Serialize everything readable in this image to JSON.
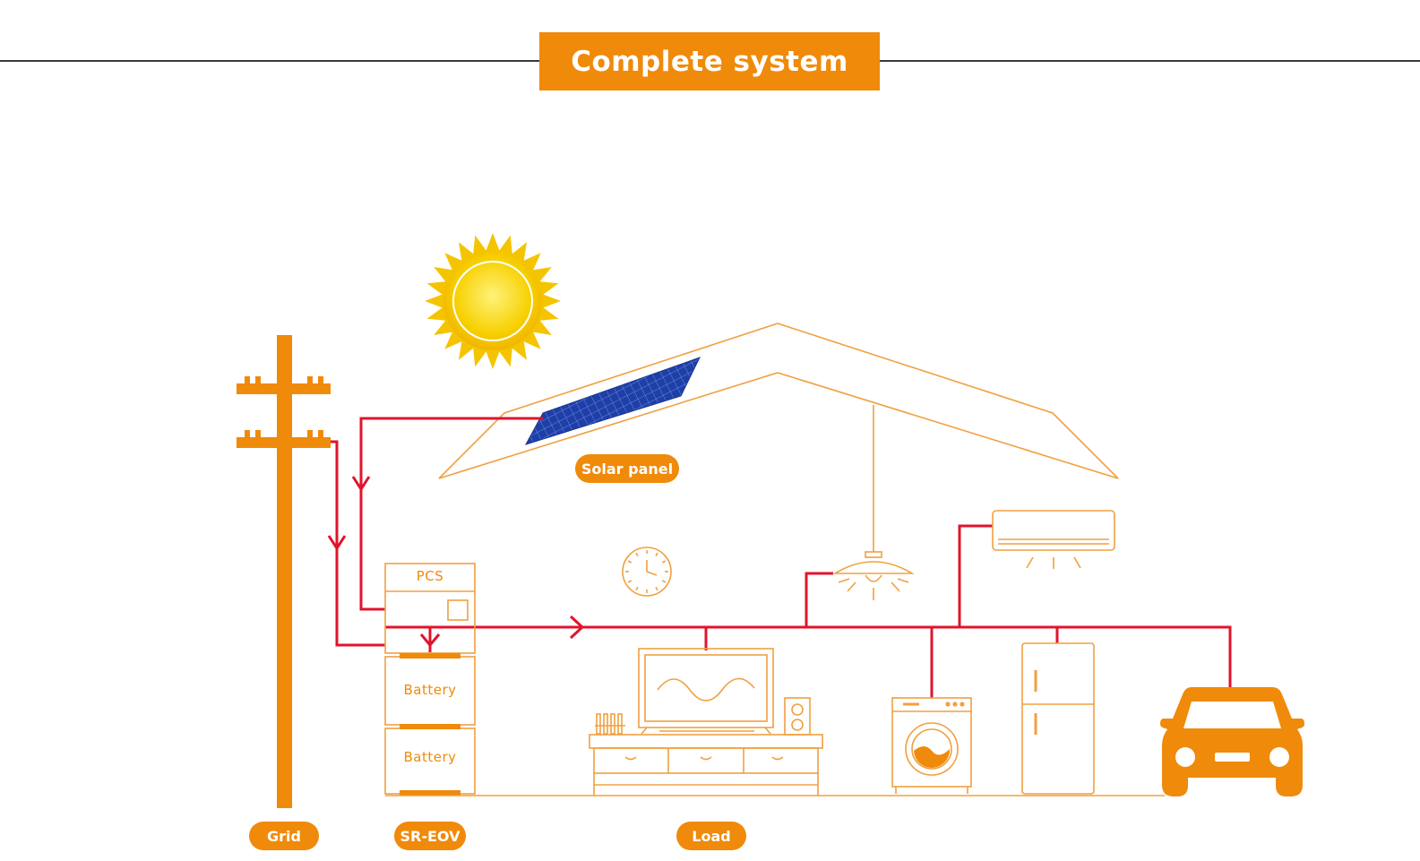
{
  "header": {
    "title": "Complete system"
  },
  "labels": {
    "solar_panel": "Solar panel",
    "grid": "Grid",
    "sr_eov": "SR-EOV",
    "load": "Load",
    "pcs": "PCS",
    "battery_1": "Battery",
    "battery_2": "Battery"
  },
  "colors": {
    "accent": "#f08a0a",
    "power_line": "#e0142c",
    "solar_panel": "#1f3fa8",
    "sun": "#f6c800"
  },
  "icons": [
    "sun-icon",
    "solar-panel-icon",
    "utility-pole-icon",
    "clock-icon",
    "ceiling-lamp-icon",
    "air-conditioner-icon",
    "tv-icon",
    "speaker-icon",
    "washing-machine-icon",
    "refrigerator-icon",
    "car-icon"
  ]
}
